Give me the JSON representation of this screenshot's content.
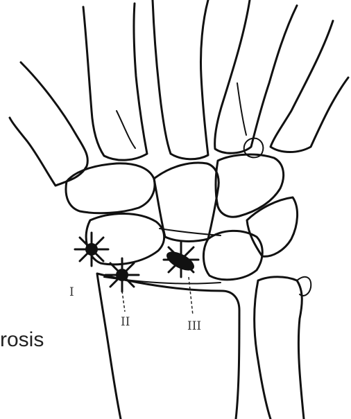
{
  "labels": {
    "type_one": "I",
    "type_two": "II",
    "type_three": "III",
    "caption_fragment": "rosis"
  },
  "colors": {
    "line": "#111111",
    "background": "#ffffff"
  }
}
